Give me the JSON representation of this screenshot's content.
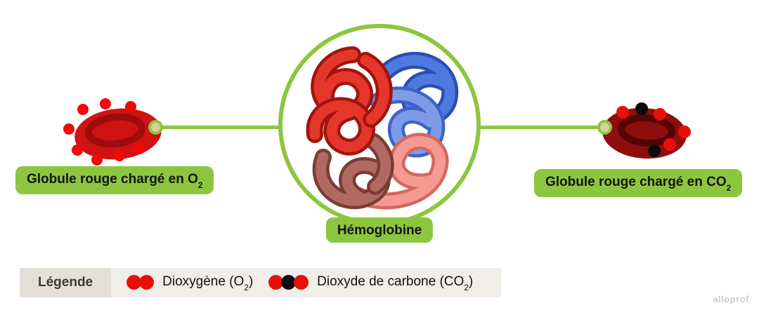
{
  "colors": {
    "accent_green": "#8CC63F",
    "cell_o2_red": "#CE1312",
    "cell_co2_dark_red": "#8E0E0E",
    "oxygen_dot_red": "#E8100C",
    "carbon_dot_black": "#0B0B0B",
    "legend_background": "#F1EEE9"
  },
  "labels": {
    "left_cell": {
      "text": "Globule rouge chargé en O",
      "sub": "2"
    },
    "center": {
      "text": "Hémoglobine"
    },
    "right_cell": {
      "text": "Globule rouge chargé en CO",
      "sub": "2"
    }
  },
  "legend": {
    "title": "Légende",
    "items": [
      {
        "icon": "two-red-dots",
        "pre": "Dioxygène (O",
        "sub": "2",
        "post": ")"
      },
      {
        "icon": "red-black-red-dots",
        "pre": "Dioxyde de carbone (CO",
        "sub": "2",
        "post": ")"
      }
    ]
  },
  "watermark": "alloprof"
}
